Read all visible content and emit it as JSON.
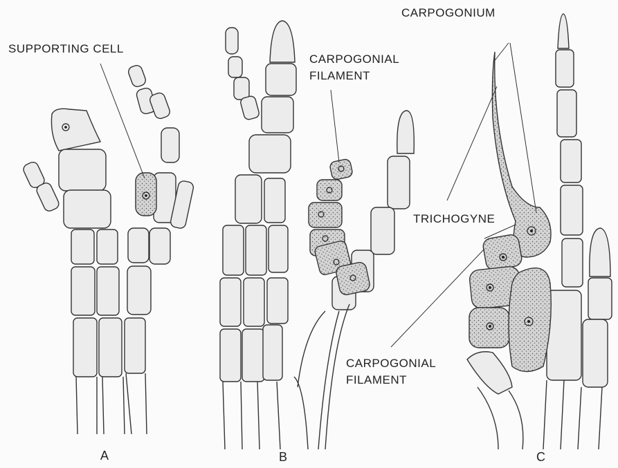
{
  "labels": {
    "supporting_cell": "SUPPORTING CELL",
    "carpogonial_filament_b": "CARPOGONIAL FILAMENT",
    "carpogonium": "CARPOGONIUM",
    "trichogyne": "TRICHOGYNE",
    "carpogonial_filament_c": "CARPOGONIAL FILAMENT"
  },
  "panels": {
    "a": "A",
    "b": "B",
    "c": "C"
  },
  "colors": {
    "cell_fill": "#ececec",
    "stipple_fill": "#cfcfcf",
    "outline": "#333333"
  }
}
